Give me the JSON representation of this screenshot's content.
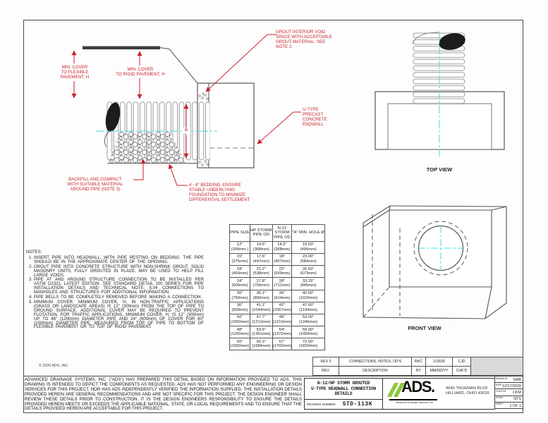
{
  "colors": {
    "annotation_red": "#c9242b",
    "centerline_cyan": "#3fdede",
    "logo_green": "#8dc63f",
    "linework": "#555555",
    "rev_fill_grey": "#d9d9d9"
  },
  "annotations": {
    "min_cover_flexible": "MIN. COVER\nTO FLEXIBLE\nPAVEMENT, H",
    "min_cover_rigid": "MIN. COVER\nTO RIGID PAVEMENT, H",
    "grout_interior": "GROUT INTERIOR VOID\nSPACE WITH ACCEPTABLE\nGROUT MATERIAL. SEE\nNOTE 2.",
    "endwall": "U-TYPE\nPRECAST\nCONCRETE\nENDWALL",
    "backfill": "BACKFILL AND COMPACT\nWITH SUITABLE MATERIAL\nAROUND PIPE (NOTE 3)",
    "bedding": "4 - 6\" BEDDING. ENSURE\nSTABLE UNDERLYING\nFOUNDATION TO MINIMIZE\nDIFFERENTIAL SETTLEMENT",
    "dim_a_label": "A"
  },
  "views": {
    "top": "TOP VIEW",
    "front": "FRONT VIEW"
  },
  "notes": {
    "heading": "NOTES:",
    "items": [
      {
        "num": "1.",
        "text": "INSERT PIPE INTO HEADWALL, WITH PIPE RESTING ON BEDDING. THE PIPE SHOULD BE IN THE APPROXIMATE CENTER OF THE OPENING."
      },
      {
        "num": "2.",
        "text": "GROUT PIPE INTO CONCRETE STRUCTURE WITH NON-SHRINK GROUT. SOLID MASONRY UNITS, FULLY GROUTED IN PLACE, MAY BE USED TO HELP FILL LARGE VOIDS."
      },
      {
        "num": "3.",
        "text": "PIPE AT AND AROUND STRUCTURE CONNECTION TO BE INSTALLED PER ASTM D2321, LATEST EDITION. SEE STANDARD DETAIL 100 SERIES FOR PIPE INSTALLATION DETAILS AND TECHNICAL NOTE: 5.04 CONNECTIONS TO MANHOLES AND STRUCTURES FOR ADDITIONAL INFORMATION."
      },
      {
        "num": "4.",
        "text": "PIPE BELLS TO BE COMPLETELY REMOVED BEFORE MAKING A CONNECTION."
      },
      {
        "num": "5.",
        "text": "MINIMUM COVER: MINIMUM COVER, H, IN NON-TRAFFIC APPLICATIONS (GRASS OR LANDSCAPE AREAS) IS 12\" (300mm) FROM THE TOP OF PIPE TO GROUND SURFACE. ADDITIONAL COVER MAY BE REQUIRED TO PREVENT FLOTATION. FOR TRAFFIC APPLICATIONS, MINIMUM COVER, H, IS 12\" (300mm) UP TO 48\" (1200mm) DIAMETER PIPE AND 24\" (600mm) OF COVER FOR 60\" (1500mm) DIAMETER PIPE, MEASURED FROM TOP OF PIPE TO BOTTOM OF FLEXIBLE PAVEMENT OR TO TOP OF RIGID PAVEMENT."
      }
    ]
  },
  "pipe_table": {
    "headers": [
      "PIPE SIZE",
      "HP STORM\nPIPE OD",
      "N-12\nSTORM\nPIPE OD",
      "\"A\" MIN. HOLE Ø"
    ],
    "rows": [
      [
        "12\"\n(300mm )",
        "14.5\"\n(368mm)",
        "14.5\"\n(368mm)",
        "19.50\"\n(495mm)"
      ],
      [
        "15\"\n(375mm)",
        "17.6\"\n(447mm)",
        "18\"\n(457mm)",
        "23.00\"\n(584mm)"
      ],
      [
        "18\"\n(450mm)",
        "21.2\"\n(538mm)",
        "22\"\n(559mm)",
        "26.50\"\n(673mm)"
      ],
      [
        "24\"\n(600mm)",
        "27.8\"\n(706mm)",
        "28\"\n(711mm)",
        "33.25\"\n(845mm)"
      ],
      [
        "30\"\n(750mm)",
        "35.1\"\n(892mm)",
        "36\"\n(914mm)",
        "40.50\"\n(1029mm)"
      ],
      [
        "36\"\n(900mm)",
        "41.1\"\n(1044mm)",
        "42\"\n(1067mm)",
        "47.00\"\n(1194mm)"
      ],
      [
        "42\"\n(1050mm)",
        "47.7\"\n(1212mm)",
        "48\"\n(1219mm)",
        "53.00\"\n(1346mm)"
      ],
      [
        "48\"\n(1200mm)",
        "53.6\"\n(1361mm)",
        "54\"\n(1372mm)",
        "59.00\"\n(1499mm)"
      ],
      [
        "60\"\n(1500mm)",
        "66.3\"\n(1684mm)",
        "67\"\n(1702mm)",
        "72.00\"\n(1829mm)"
      ]
    ]
  },
  "copyright": "© 2026 ADS, INC.",
  "revision_table": {
    "row1": {
      "rev": "REV 3",
      "desc": "CONNECTIONS, NOTES, OD'S",
      "by": "RKC",
      "date": "1/18/26",
      "chkd": "CJD"
    },
    "row2": {
      "rev": "REV.",
      "desc": "DESCRIPTION",
      "by": "BY",
      "date": "MM/DD/YY",
      "chkd": "CHK'D"
    }
  },
  "disclaimer": "ADVANCED DRAINAGE SYSTEMS, INC. (\"ADS\") HAS PREPARED THIS DETAIL BASED ON INFORMATION PROVIDED TO ADS.  THIS DRAWING IS INTENDED TO DEPICT THE COMPONENTS AS REQUESTED.  ADS HAS NOT PERFORMED ANY ENGINEERING OR DESIGN SERVICES FOR THIS PROJECT, NOR HAS ADS INDEPENDENTLY VERIFIED THE INFORMATION SUPPLIED.  THE INSTALLATION DETAILS PROVIDED HEREIN ARE GENERAL RECOMMENDATIONS AND ARE NOT SPECIFIC FOR THIS PROJECT.  THE DESIGN ENGINEER SHALL REVIEW THESE DETAILS PRIOR TO CONSTRUCTION.  IT IS THE DESIGN ENGINEERS RESPONSIBILITY TO ENSURE THE DETAILS PROVIDED HEREIN MEETS OR EXCEEDS THE APPLICABLE NATIONAL, STATE, OR LOCAL REQUIREMENTS AND TO ENSURE THAT THE DETAILS PROVIDED HEREIN ARE ACCEPTABLE FOR THIS PROJECT.",
  "title_block": {
    "title": "N-12/HP STORM GROUTED\nU-TYPE HEADWALL CONNECTION DETAILS",
    "drawing_number_label": "DRAWING NUMBER:",
    "drawing_number": "STD-113K",
    "logo_text": "ADS.",
    "logo_subtext": "Advanced Drainage Systems, Inc.",
    "address": "4640 TRUEMAN BLVD\nHILLIARD, OHIO 43026",
    "fields": [
      {
        "label": "DRAWN BY",
        "value": "NAB"
      },
      {
        "label": "DATE",
        "value": "12/17/2020"
      },
      {
        "label": "CHK'D BY",
        "value": "CKM"
      },
      {
        "label": "SCALE",
        "value": "NTS"
      },
      {
        "label": "SHEET",
        "value": "1 OF 1"
      }
    ]
  }
}
